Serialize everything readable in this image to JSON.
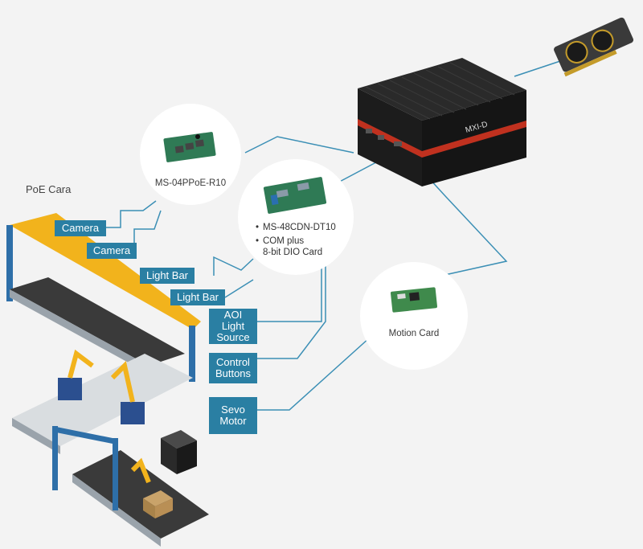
{
  "title": "PoE Cara",
  "tags": {
    "camera_1": "Camera",
    "camera_2": "Camera",
    "light_bar_1": "Light Bar",
    "light_bar_2": "Light Bar",
    "aoi": "AOI\nLight\nSource",
    "control": "Control\nButtons",
    "sevo": "Sevo\nMotor"
  },
  "cards": {
    "poe": {
      "label": "MS-04PPoE-R10"
    },
    "com": {
      "items": [
        "MS-48CDN-DT10",
        "COM plus\n8-bit DIO Card"
      ]
    },
    "motion": {
      "label": "Motion Card"
    }
  },
  "computer": {
    "brand": "MXI-D"
  },
  "colors": {
    "tag_bg": "#2a7fa3",
    "line": "#3b8fb5",
    "accent_red": "#c0311f",
    "frame_blue": "#2e6fa8",
    "robot_yellow": "#f2b31c"
  }
}
